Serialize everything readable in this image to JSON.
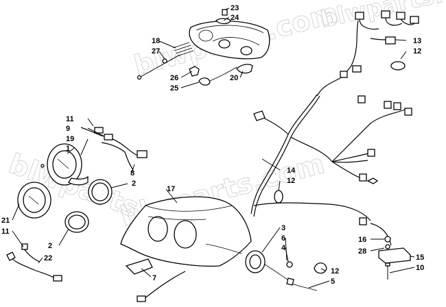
{
  "watermark": {
    "text": "blwparts.com"
  },
  "callouts": [
    {
      "id": "c23",
      "num": "23"
    },
    {
      "id": "c24",
      "num": "24"
    },
    {
      "id": "c18",
      "num": "18"
    },
    {
      "id": "c27",
      "num": "27"
    },
    {
      "id": "c26",
      "num": "26"
    },
    {
      "id": "c25",
      "num": "25"
    },
    {
      "id": "c20",
      "num": "20"
    },
    {
      "id": "c13",
      "num": "13"
    },
    {
      "id": "c12a",
      "num": "12"
    },
    {
      "id": "c11a",
      "num": "11"
    },
    {
      "id": "c9",
      "num": "9"
    },
    {
      "id": "c19",
      "num": "19"
    },
    {
      "id": "c1",
      "num": "1"
    },
    {
      "id": "c8",
      "num": "8"
    },
    {
      "id": "c2a",
      "num": "2"
    },
    {
      "id": "c17",
      "num": "17"
    },
    {
      "id": "c14",
      "num": "14"
    },
    {
      "id": "c12b",
      "num": "12"
    },
    {
      "id": "c21",
      "num": "21"
    },
    {
      "id": "c11b",
      "num": "11"
    },
    {
      "id": "c2b",
      "num": "2"
    },
    {
      "id": "c22",
      "num": "22"
    },
    {
      "id": "c7",
      "num": "7"
    },
    {
      "id": "c3",
      "num": "3"
    },
    {
      "id": "c6",
      "num": "6"
    },
    {
      "id": "c4",
      "num": "4"
    },
    {
      "id": "c12c",
      "num": "12"
    },
    {
      "id": "c5",
      "num": "5"
    },
    {
      "id": "c16",
      "num": "16"
    },
    {
      "id": "c28",
      "num": "28"
    },
    {
      "id": "c15",
      "num": "15"
    },
    {
      "id": "c10",
      "num": "10"
    }
  ]
}
